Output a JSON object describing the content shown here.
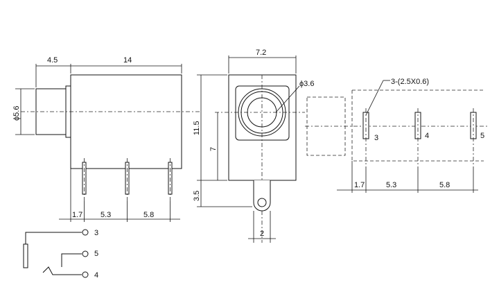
{
  "front_view": {
    "dim_top_left": "4.5",
    "dim_top_right": "14",
    "dim_diameter": "ϕ5.6",
    "dim_bottom": [
      "1.7",
      "5.3",
      "5.8"
    ]
  },
  "side_view": {
    "dim_width": "7.2",
    "dim_hole": "ϕ3.6",
    "dim_height": "11.5",
    "dim_center": "7",
    "dim_pin": "3.5",
    "dim_tab": "2"
  },
  "pcb_view": {
    "pad_note": "3-(2.5X0.6)",
    "pin_labels": [
      "3",
      "4",
      "5"
    ],
    "dim_bottom": [
      "1.7",
      "5.3",
      "5.8"
    ]
  },
  "schematic": {
    "pin_labels": [
      "3",
      "5",
      "4"
    ]
  }
}
